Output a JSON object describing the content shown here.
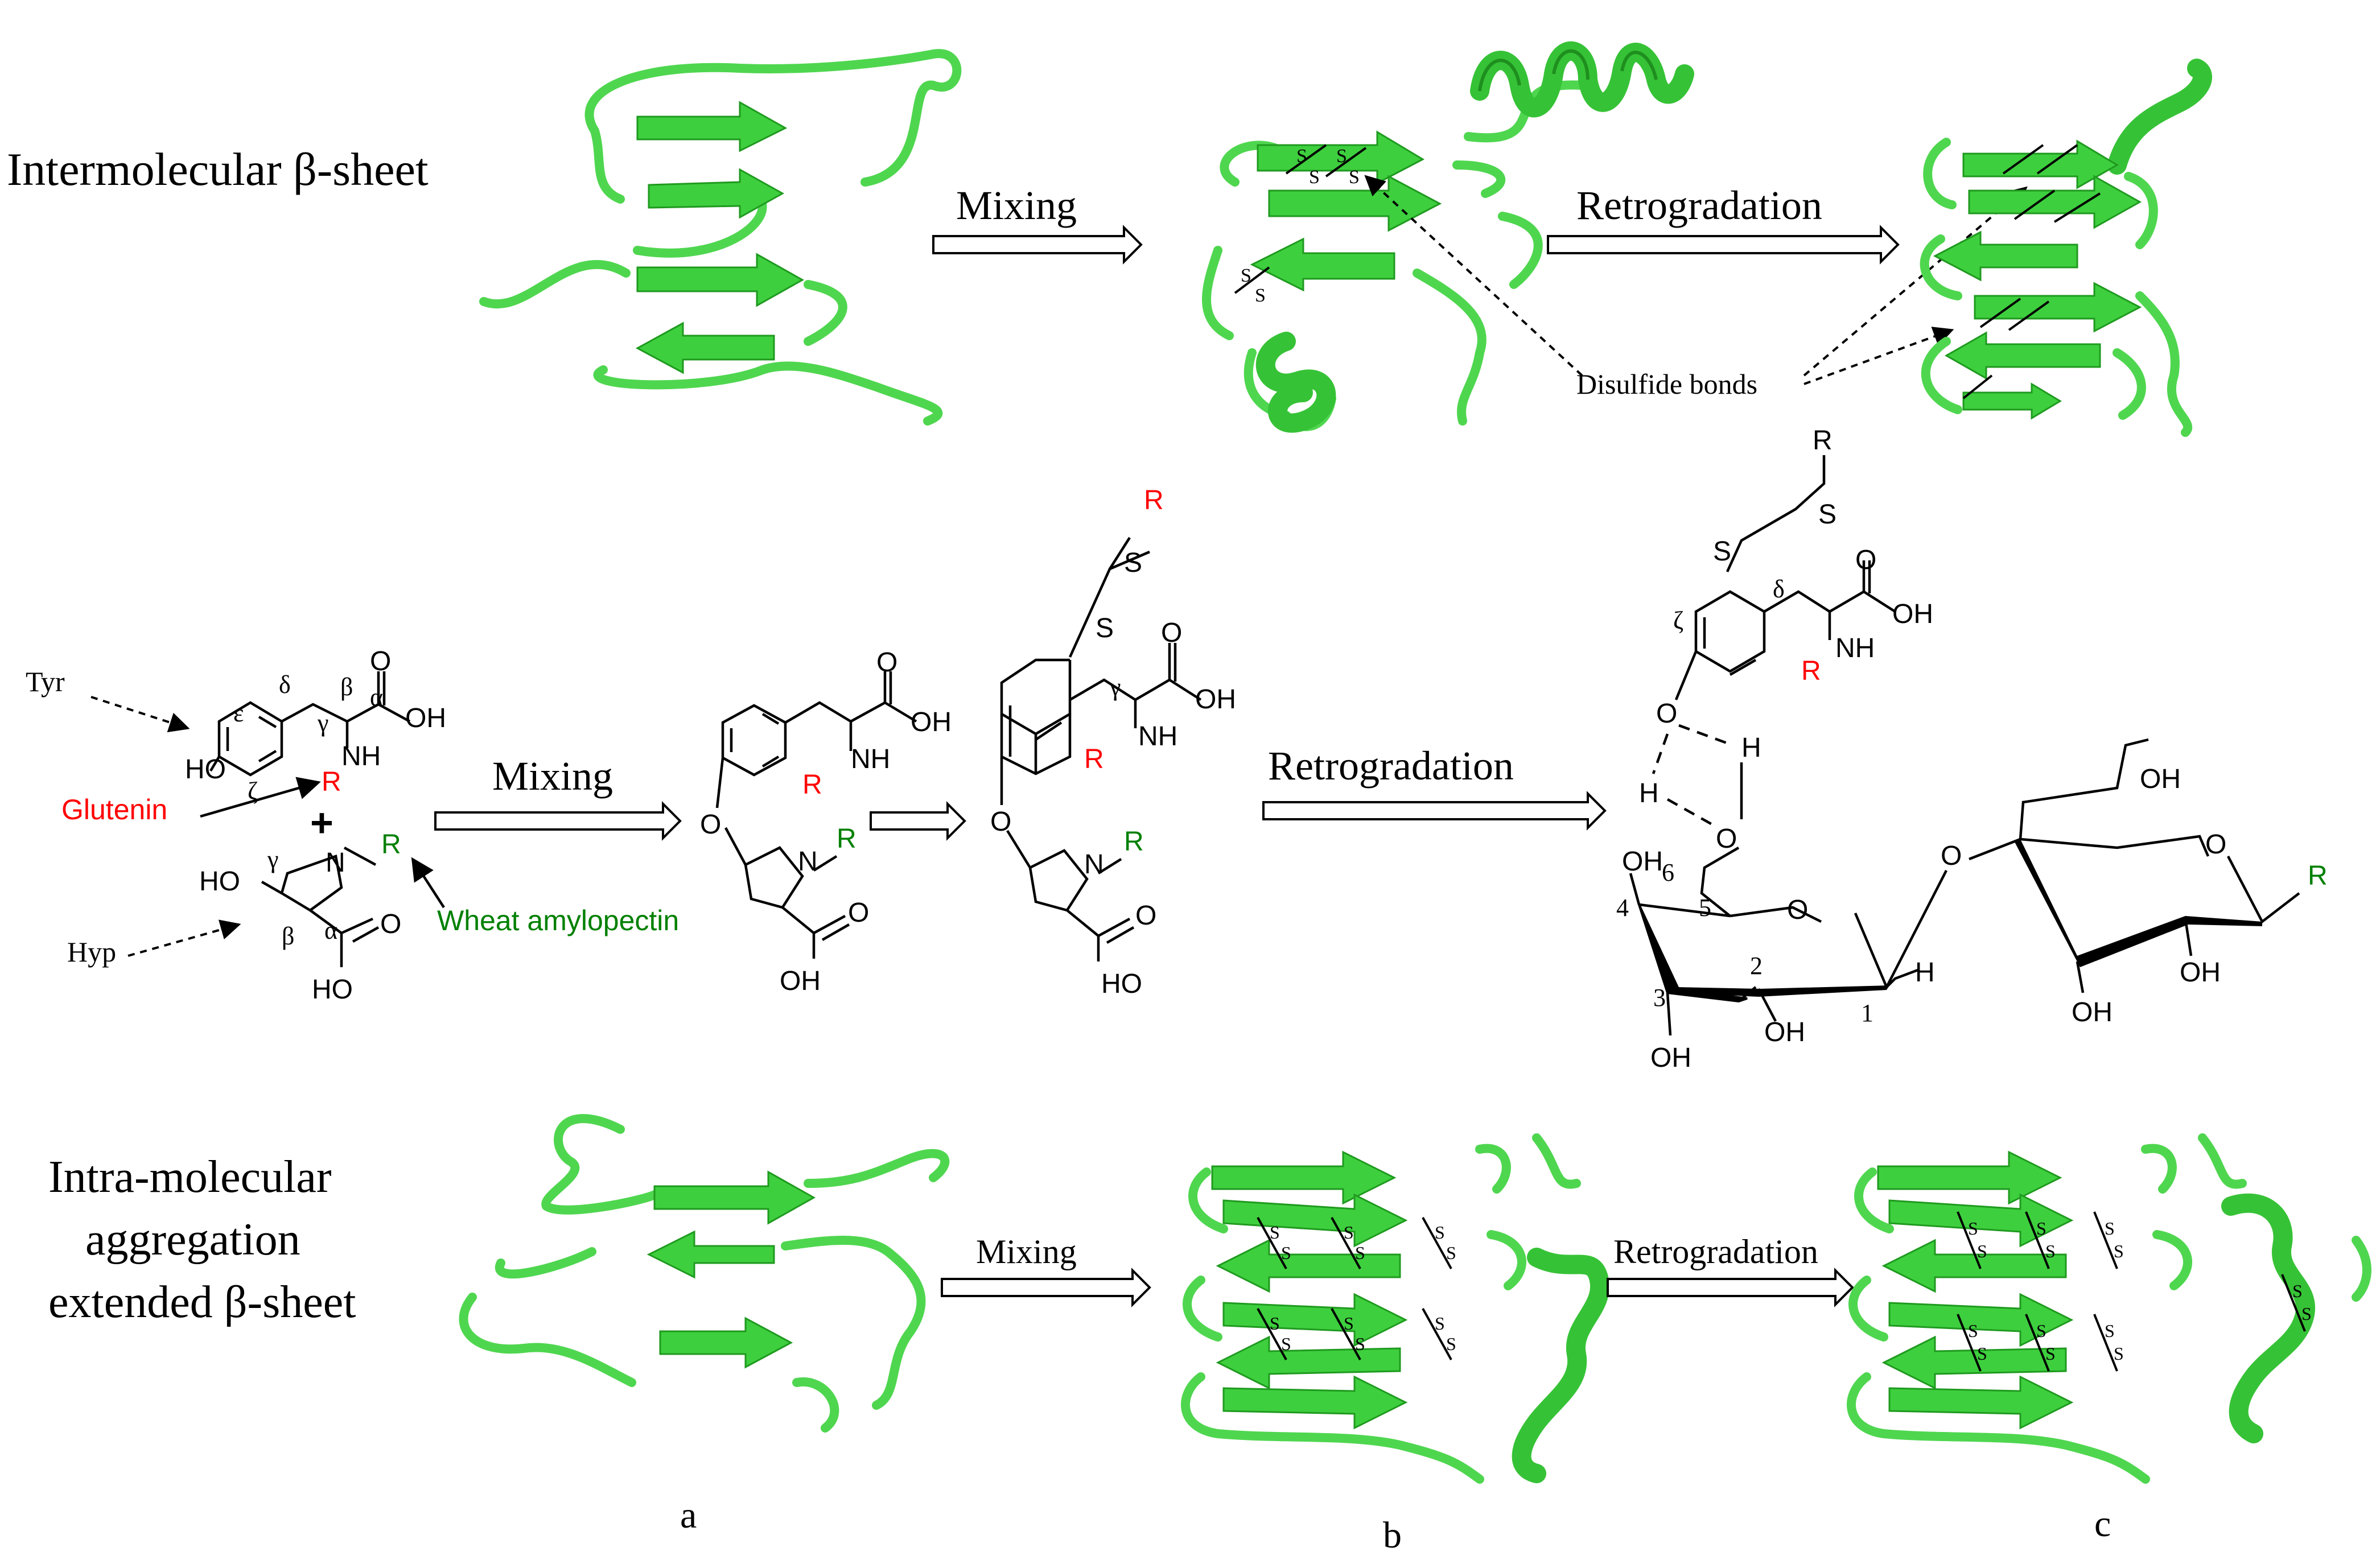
{
  "rows": {
    "intermolecular_label": "Intermolecular β-sheet",
    "intramolecular_label": [
      "Intra-molecular",
      "aggregation",
      "extended β-sheet"
    ]
  },
  "arrows": {
    "mixing": "Mixing",
    "retrogradation": "Retrogradation"
  },
  "annotations": {
    "disulfide_bonds": "Disulfide bonds",
    "tyr": "Tyr",
    "hyp": "Hyp",
    "glutenin": "Glutenin",
    "wheat_amylopectin": "Wheat amylopectin",
    "plus": "+"
  },
  "chem": {
    "R": "R",
    "S": "S",
    "NH": "NH",
    "N": "N",
    "O": "O",
    "H": "H",
    "OH": "OH",
    "HO": "HO",
    "greek": {
      "alpha": "α",
      "beta": "β",
      "gamma": "γ",
      "delta": "δ",
      "epsilon": "ε",
      "zeta": "ζ"
    },
    "carbon_numbers": [
      "1",
      "2",
      "3",
      "4",
      "5",
      "6"
    ]
  },
  "panel_labels": [
    "a",
    "b",
    "c"
  ],
  "colors": {
    "protein": "#3ecf3e",
    "glutenin": "#ff0000",
    "amylopectin": "#008000",
    "text": "#000000"
  }
}
